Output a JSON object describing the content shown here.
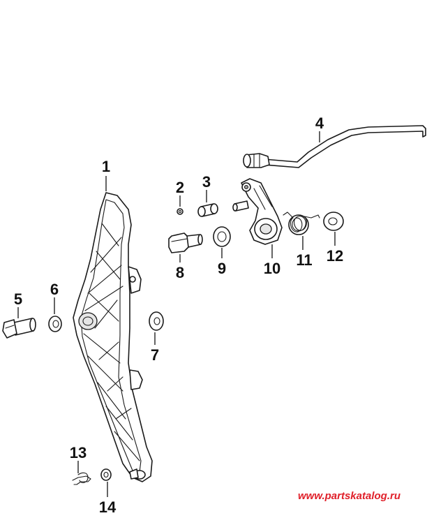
{
  "callouts": {
    "c1": "1",
    "c2": "2",
    "c3": "3",
    "c4": "4",
    "c5": "5",
    "c6": "6",
    "c7": "7",
    "c8": "8",
    "c9": "9",
    "c10": "10",
    "c11": "11",
    "c12": "12",
    "c13": "13",
    "c14": "14"
  },
  "watermark": "www.partskatalog.ru",
  "colors": {
    "watermark": "#e0202a",
    "line": "#1a1a1a"
  }
}
